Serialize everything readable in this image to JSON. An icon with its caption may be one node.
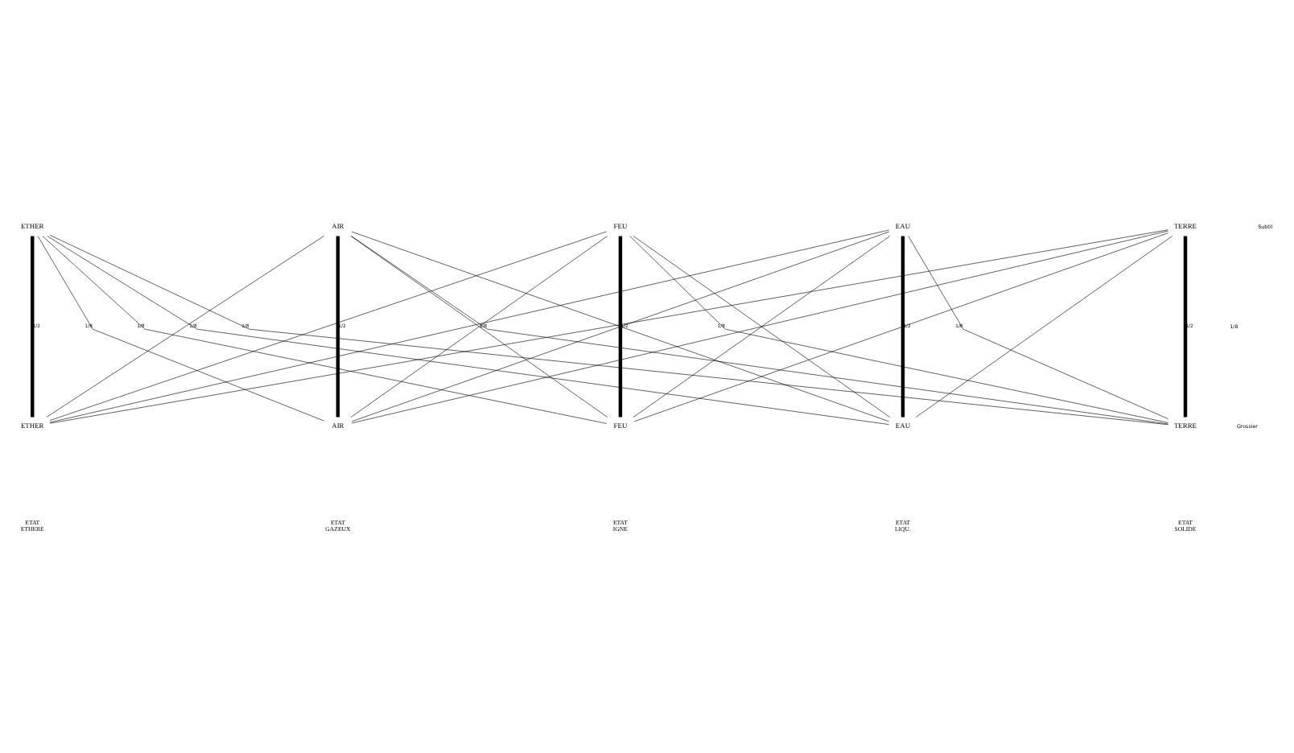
{
  "diagram": {
    "nodes": [
      {
        "text": [
          "ETHER"
        ]
      },
      {
        "text": [
          "AIR"
        ]
      },
      {
        "text": [
          "FEU"
        ]
      },
      {
        "text": [
          "EAU"
        ]
      },
      {
        "text": [
          "TERRE"
        ]
      },
      {
        "text": [
          "ETHER"
        ]
      },
      {
        "text": [
          "AIR"
        ]
      },
      {
        "text": [
          "FEU"
        ]
      },
      {
        "text": [
          "EAU"
        ]
      },
      {
        "text": [
          "TERRE"
        ]
      }
    ],
    "edges": [
      {
        "from": 0,
        "to": 5,
        "arrow": "none",
        "label": "1/2",
        "style": "thick"
      },
      {
        "from": 1,
        "to": 6,
        "arrow": "none",
        "label": "1/2",
        "style": "thick"
      },
      {
        "from": 2,
        "to": 7,
        "arrow": "none",
        "label": "1/2",
        "style": "thick"
      },
      {
        "from": 3,
        "to": 8,
        "arrow": "none",
        "label": "1/2",
        "style": "thick"
      },
      {
        "from": 4,
        "to": 9,
        "arrow": "none",
        "label": "1/2",
        "style": "thick"
      },
      {
        "from": 0,
        "to": 6,
        "arrow": "none",
        "label": "1/8"
      },
      {
        "from": 0,
        "to": 7,
        "arrow": "none",
        "label": "1/8"
      },
      {
        "from": 0,
        "to": 8,
        "arrow": "none",
        "label": "1/8"
      },
      {
        "from": 0,
        "to": 9,
        "arrow": "none",
        "label": "1/8"
      },
      {
        "from": 1,
        "to": 5,
        "arrow": "none"
      },
      {
        "from": 1,
        "to": 7,
        "arrow": "none"
      },
      {
        "from": 1,
        "to": 8,
        "arrow": "none"
      },
      {
        "from": 1,
        "to": 9,
        "arrow": "none",
        "label": "1/8"
      },
      {
        "from": 2,
        "to": 5,
        "arrow": "none"
      },
      {
        "from": 2,
        "to": 6,
        "arrow": "none"
      },
      {
        "from": 2,
        "to": 8,
        "arrow": "none"
      },
      {
        "from": 2,
        "to": 9,
        "arrow": "none",
        "label": "1/8"
      },
      {
        "from": 3,
        "to": 5,
        "arrow": "none"
      },
      {
        "from": 3,
        "to": 6,
        "arrow": "none"
      },
      {
        "from": 3,
        "to": 7,
        "arrow": "none"
      },
      {
        "from": 3,
        "to": 9,
        "arrow": "none",
        "label": "1/8"
      },
      {
        "from": 4,
        "to": 5,
        "arrow": "none"
      },
      {
        "from": 4,
        "to": 6,
        "arrow": "none"
      },
      {
        "from": 4,
        "to": 7,
        "arrow": "none"
      },
      {
        "from": 4,
        "to": 8,
        "arrow": "none"
      }
    ],
    "labels": [
      "Subtil",
      "1/8",
      "Grossier",
      "ETAT ETHERE",
      "ETAT GAZEUX",
      "ETAT IGNE",
      "ETAT LIQU.",
      "ETAT SOLIDE"
    ]
  }
}
